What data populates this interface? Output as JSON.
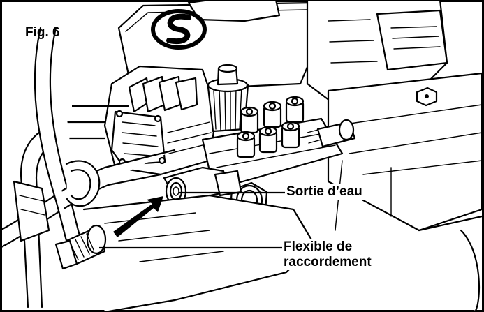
{
  "figure": {
    "label": "Fig. 6"
  },
  "callouts": {
    "water_outlet": "Sortie d’eau",
    "connection_hose_line1": "Flexible de",
    "connection_hose_line2": "raccordement"
  },
  "logo": {
    "letter": "S"
  }
}
